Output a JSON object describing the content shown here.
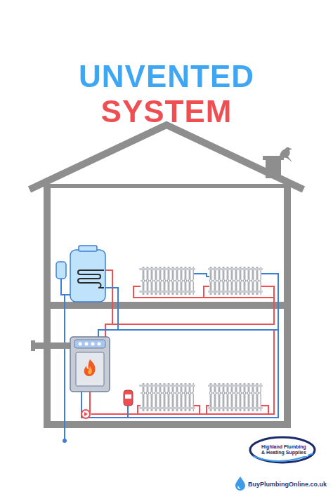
{
  "diagram": {
    "title": "UNVENTED SYSTEM",
    "labels": [
      "Highland Plumbing & Heating Supplies",
      "BuyPlumbingOnline.co.uk"
    ]
  }
}
